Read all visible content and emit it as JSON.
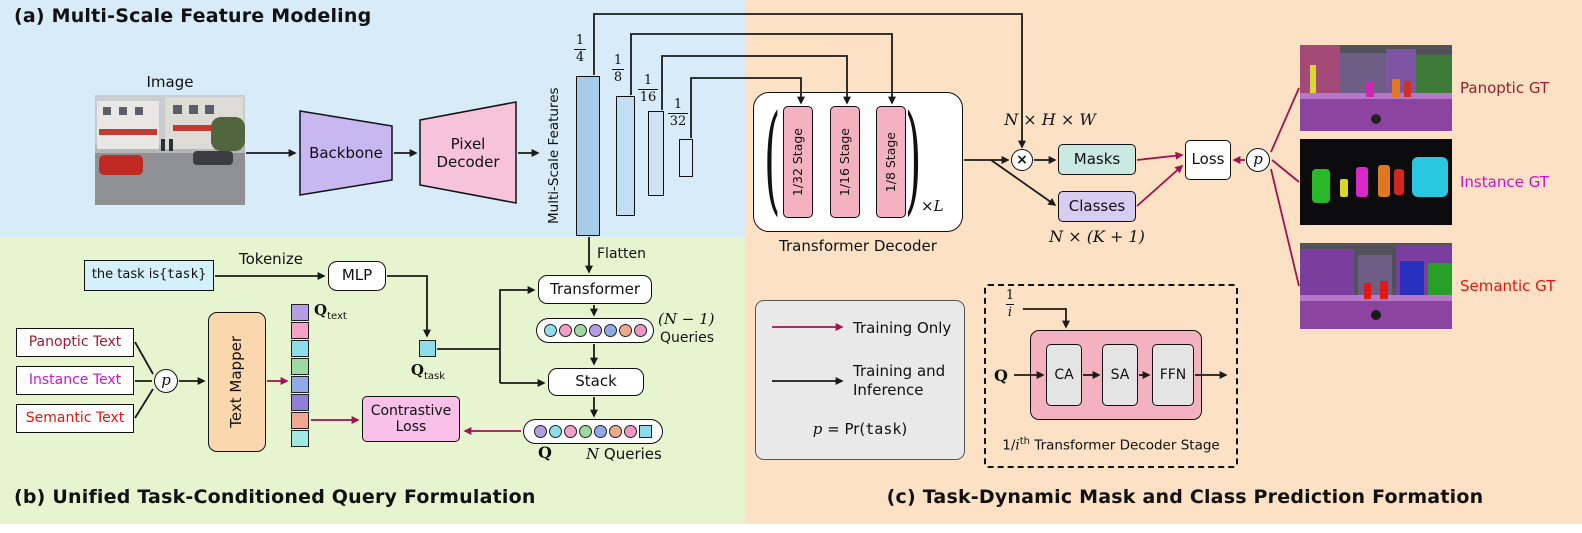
{
  "titles": {
    "a": "(a) Multi-Scale Feature Modeling",
    "b": "(b) Unified Task-Conditioned Query Formulation",
    "c": "(c) Task-Dynamic Mask and Class Prediction Formation"
  },
  "colors": {
    "region_a_bg": "#d7ebf8",
    "region_b_bg": "#e6f5cf",
    "region_c_bg": "#fce1c4",
    "black_wire": "#1a1a1a",
    "training_only_wire": "#a01250",
    "backbone_fill": "#c8b7f0",
    "pixel_decoder_fill": "#f7c3da",
    "bar_1_4": "#a6cce9",
    "bar_1_8": "#c3ddf2",
    "bar_1_16": "#cfe3f5",
    "bar_1_32": "#d9eaf8",
    "stage_fill": "#f4b2c0",
    "masks_fill": "#cbe9e3",
    "classes_fill": "#d6cdf3",
    "task_box_fill": "#d4f0fa",
    "text_mapper_fill": "#fbd7ae",
    "contrastive_fill": "#f9c0e9",
    "legend_bg": "#e9e9e9",
    "block_gray": "#e4e4e4"
  },
  "multiscale": {
    "image_label": "Image",
    "backbone_label": "Backbone",
    "pixel_decoder_label": "Pixel Decoder",
    "features_label": "Multi-Scale Features",
    "flatten_label": "Flatten",
    "scales": [
      {
        "num": "1",
        "den": "4"
      },
      {
        "num": "1",
        "den": "8"
      },
      {
        "num": "1",
        "den": "16"
      },
      {
        "num": "1",
        "den": "32"
      }
    ]
  },
  "decoder": {
    "stages": [
      "1/32 Stage",
      "1/16 Stage",
      "1/8 Stage"
    ],
    "repeat_times": "×",
    "repeat_var": "L",
    "caption": "Transformer Decoder",
    "mask_shape": "N × H × W",
    "class_shape": "N × (K + 1)",
    "masks_label": "Masks",
    "classes_label": "Classes",
    "loss_label": "Loss",
    "multiply_symbol": "×",
    "p_symbol": "p"
  },
  "ground_truth": [
    {
      "label": "Panoptic GT",
      "color": "#9b1c2e"
    },
    {
      "label": "Instance GT",
      "color": "#cc14cc"
    },
    {
      "label": "Semantic GT",
      "color": "#e8150d"
    }
  ],
  "query_block": {
    "task_text": "the task is ",
    "task_token": "{task}",
    "tokenize_label": "Tokenize",
    "mlp_label": "MLP",
    "q_task": {
      "base": "Q",
      "sub": "task"
    },
    "transformer_label": "Transformer",
    "n_minus_one": "(N − 1)",
    "queries_word": "Queries",
    "stack_label": "Stack",
    "q_bold": "Q",
    "n_italic": "N",
    "p_symbol": "p",
    "text_mapper_label": "Text Mapper",
    "q_text": {
      "base": "Q",
      "sub": "text"
    },
    "contrastive_line1": "Contrastive",
    "contrastive_line2": "Loss",
    "text_prompts": [
      {
        "label": "Panoptic Text",
        "color": "#9b1c2e"
      },
      {
        "label": "Instance Text",
        "color": "#cc14cc"
      },
      {
        "label": "Semantic Text",
        "color": "#e8150d"
      }
    ]
  },
  "legend": {
    "training_only": "Training Only",
    "training_inference_line1": "Training and",
    "training_inference_line2": "Inference",
    "prob_p": "p",
    "prob_eq": " = Pr(",
    "prob_task": "task",
    "prob_close": ")"
  },
  "stage_detail": {
    "frac": {
      "num": "1",
      "den": "i"
    },
    "q_bold": "Q",
    "blocks": [
      "CA",
      "SA",
      "FFN"
    ],
    "caption_pre": "1/",
    "caption_i": "i",
    "caption_sup": "th",
    "caption_rest": " Transformer Decoder Stage"
  },
  "query_colors": {
    "row": [
      "#8edce8",
      "#f2a0c8",
      "#9fd8a0",
      "#b49de0",
      "#90aae8",
      "#f0a890",
      "#ee96c4"
    ],
    "task_square": "#8edce8",
    "text_column": [
      "#b49de0",
      "#f2a0c8",
      "#8edce8",
      "#9fd8a0",
      "#90aae8",
      "#8f7fd8",
      "#f0a890",
      "#9fe8e4"
    ]
  }
}
